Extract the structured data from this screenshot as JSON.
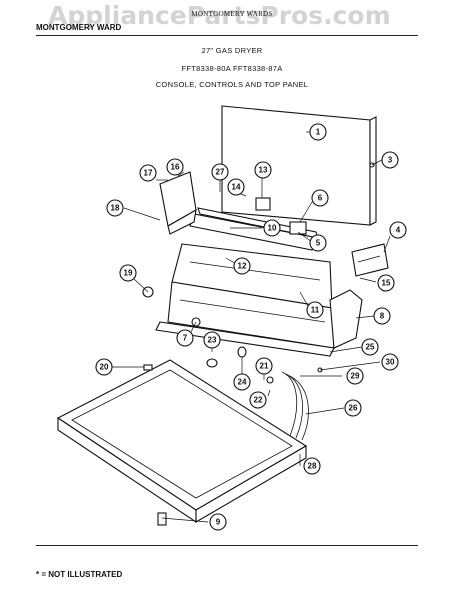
{
  "header": {
    "brand_top": "MONTGOMERY WARDS",
    "brand_left": "MONTGOMERY WARD",
    "title": "27\" GAS DRYER",
    "models": "FFT8338-80A  FFT8338-87A",
    "section": "CONSOLE, CONTROLS AND TOP PANEL"
  },
  "watermark": "AppliancePartsPros.com",
  "footnote": "* = NOT ILLUSTRATED",
  "callouts": [
    "1",
    "3",
    "4",
    "5",
    "6",
    "7",
    "8",
    "9",
    "10",
    "11",
    "12",
    "13",
    "14",
    "15",
    "16",
    "17",
    "18",
    "19",
    "20",
    "21",
    "22",
    "23",
    "24",
    "25",
    "26",
    "27",
    "28",
    "29",
    "30"
  ]
}
